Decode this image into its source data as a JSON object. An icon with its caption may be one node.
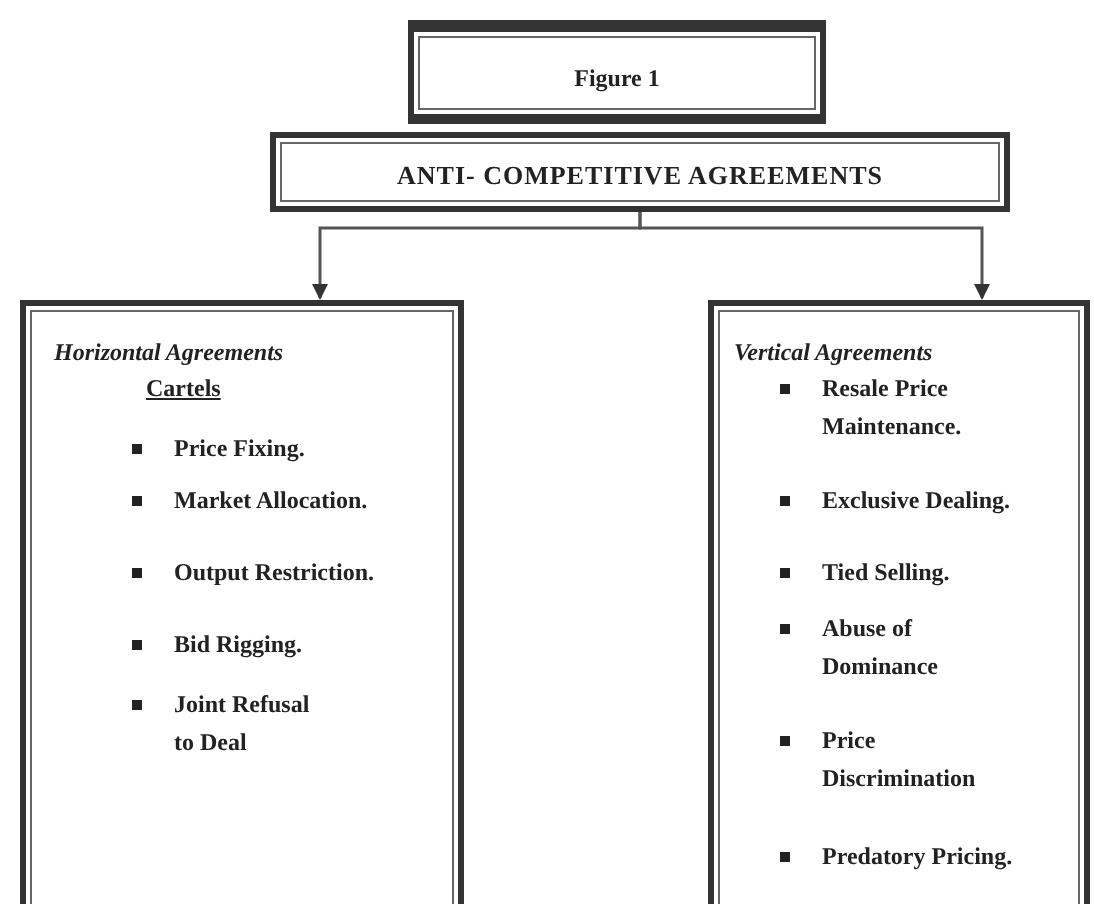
{
  "diagram": {
    "nodes": [
      {
        "text": [
          "Figure 1"
        ]
      },
      {
        "text": [
          "ANTI- COMPETITIVE AGREEMENTS"
        ]
      },
      {
        "text": [
          "Horizontal Agreements",
          "Cartels",
          "Price Fixing.",
          "Market Allocation.",
          "Output Restriction.",
          "Bid Rigging.",
          "Joint Refusal to Deal"
        ]
      },
      {
        "text": [
          "Vertical Agreements",
          "Resale Price Maintenance.",
          "Exclusive Dealing.",
          "Tied Selling.",
          "Abuse of Dominance",
          "Price Discrimination",
          "Predatory Pricing."
        ]
      }
    ],
    "edges": [
      {
        "from": 1,
        "to": 2,
        "arrow": "to"
      },
      {
        "from": 1,
        "to": 3,
        "arrow": "to"
      }
    ]
  }
}
